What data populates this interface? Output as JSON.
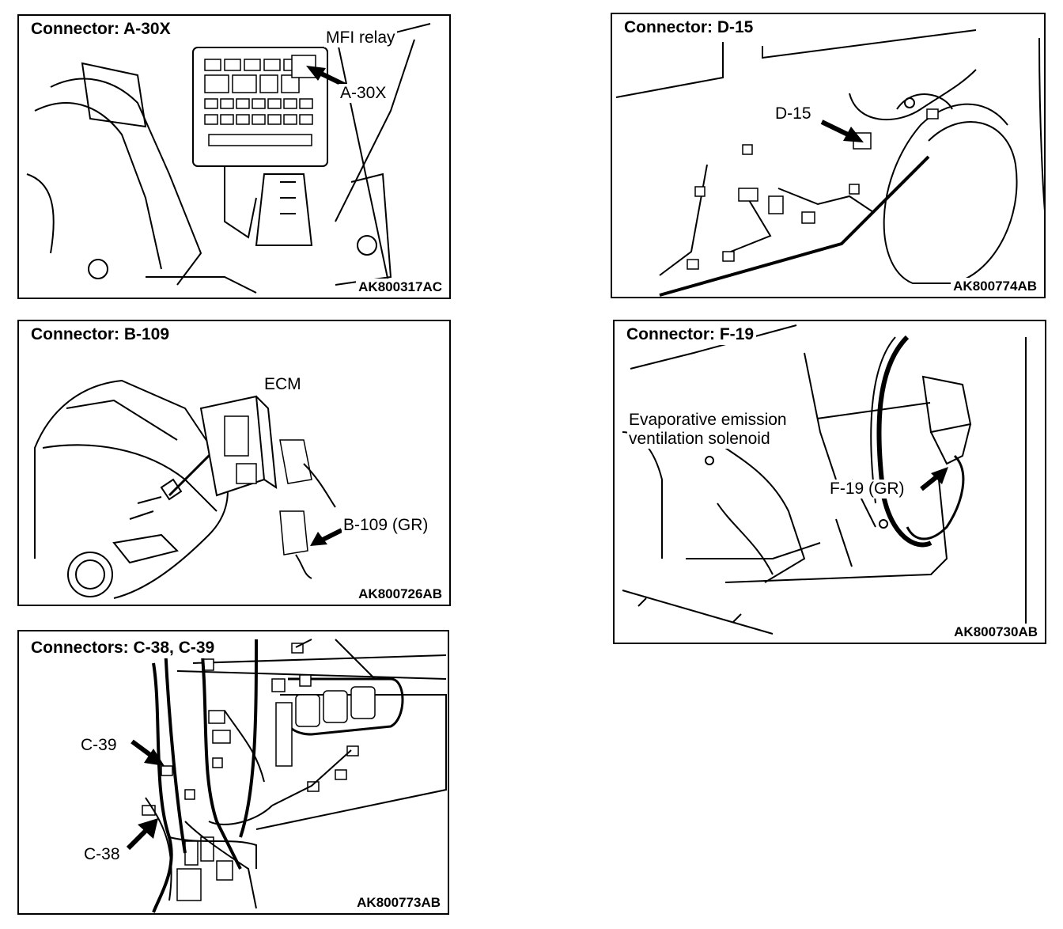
{
  "panels": {
    "a30x": {
      "title": "Connector: A-30X",
      "code": "AK800317AC",
      "labels": {
        "relay": "MFI relay",
        "connector": "A-30X"
      }
    },
    "d15": {
      "title": "Connector: D-15",
      "code": "AK800774AB",
      "labels": {
        "connector": "D-15"
      }
    },
    "b109": {
      "title": "Connector: B-109",
      "code": "AK800726AB",
      "labels": {
        "ecm": "ECM",
        "connector": "B-109 (GR)"
      }
    },
    "f19": {
      "title": "Connector: F-19",
      "code": "AK800730AB",
      "labels": {
        "part_line1": "Evaporative emission",
        "part_line2": "ventilation solenoid",
        "connector": "F-19 (GR)"
      }
    },
    "c38c39": {
      "title": "Connectors: C-38, C-39",
      "code": "AK800773AB",
      "labels": {
        "c39": "C-39",
        "c38": "C-38"
      }
    }
  }
}
